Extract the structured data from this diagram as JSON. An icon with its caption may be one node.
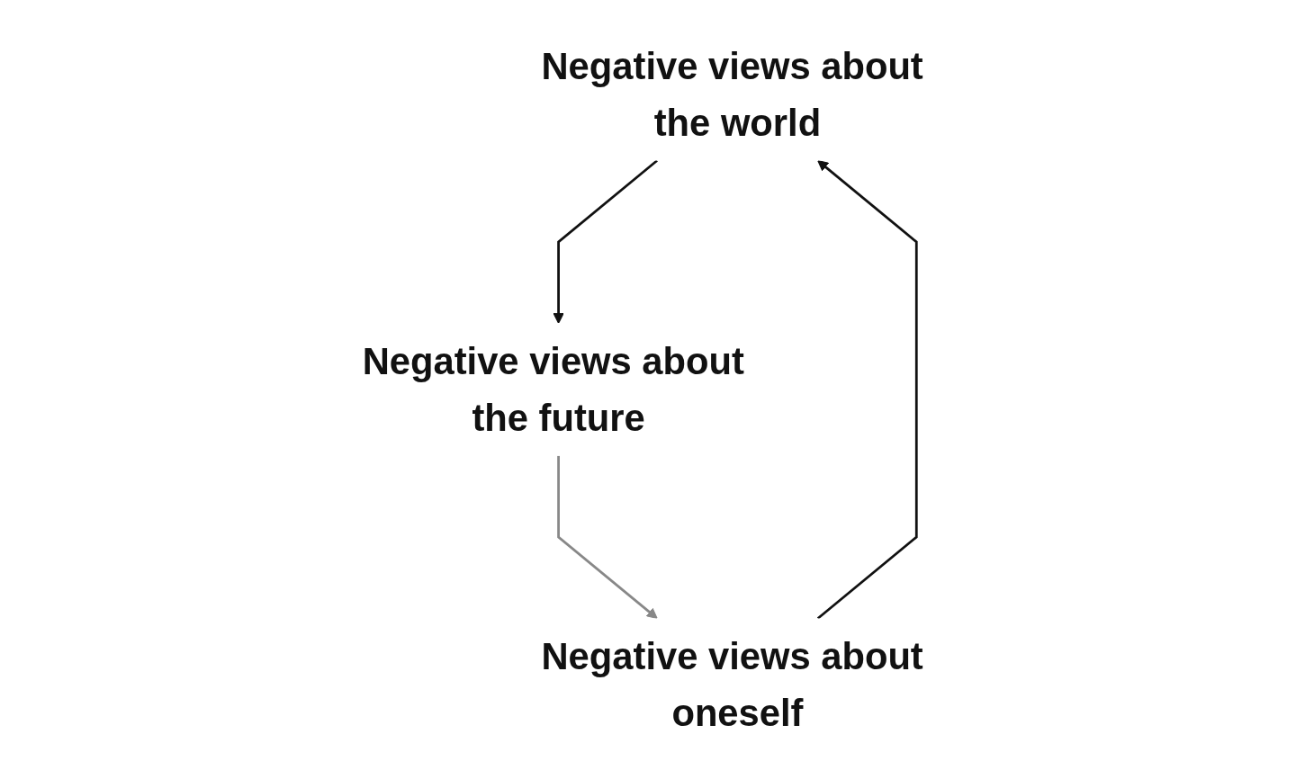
{
  "diagram": {
    "nodes": [
      {
        "text": [
          "Negative views about the world"
        ]
      },
      {
        "text": [
          "Negative views about oneself"
        ]
      },
      {
        "text": [
          "Negative views about the future"
        ]
      }
    ],
    "edges": [
      {
        "from": 1,
        "to": 0,
        "arrow": "to"
      },
      {
        "from": 0,
        "to": 2,
        "arrow": "to"
      },
      {
        "from": 2,
        "to": 1,
        "arrow": "to",
        "color": "#888888"
      }
    ]
  }
}
